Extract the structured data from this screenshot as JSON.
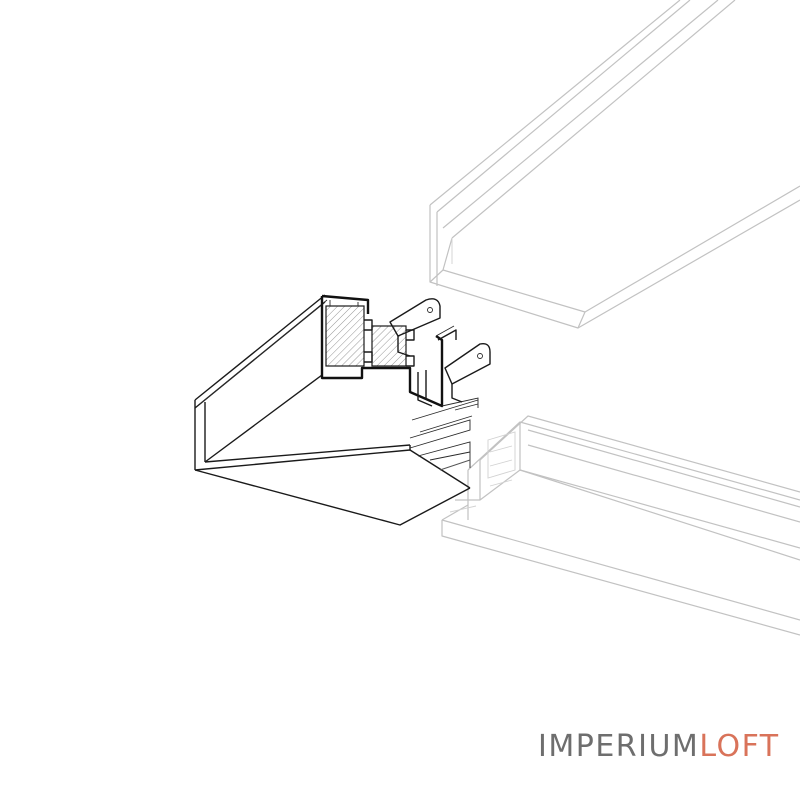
{
  "logo": {
    "part1": "IMPERIUM",
    "part2": "LOFT",
    "color1": "#6e6e6e",
    "color2": "#d9735a"
  },
  "drawing": {
    "subject": "profile-connection-diagram",
    "parts": [
      "upper-ghost-profile",
      "cut-profile-section",
      "connector-bracket",
      "lower-ghost-track"
    ]
  }
}
